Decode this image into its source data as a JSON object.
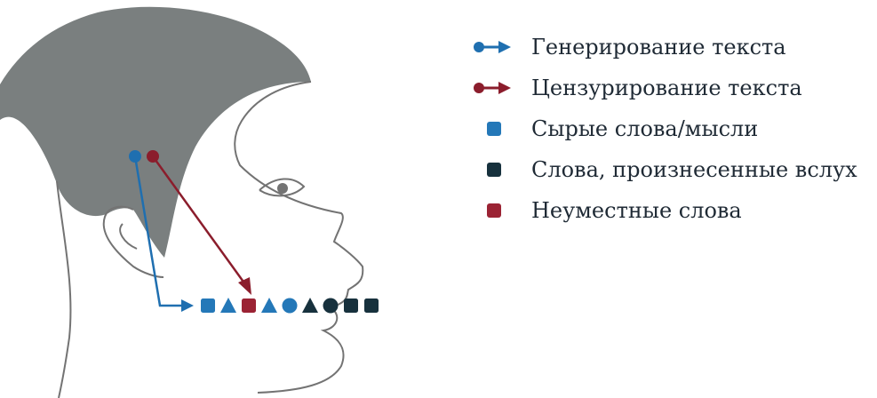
{
  "colors": {
    "hair": "#7a7f7f",
    "outline": "#737373",
    "generate": "#1f6fb0",
    "censor": "#8b1d2c",
    "raw": "#2478b8",
    "spoken": "#17313d",
    "inappropriate": "#9b2334"
  },
  "legend": {
    "items": [
      {
        "label": "Генерирование текста",
        "marker": "arrow-blue"
      },
      {
        "label": "Цензурирование текста",
        "marker": "arrow-red"
      },
      {
        "label": "Сырые слова/мысли",
        "marker": "square-raw"
      },
      {
        "label": "Слова, произнесенные вслух",
        "marker": "square-spoken"
      },
      {
        "label": "Неуместные слова",
        "marker": "square-inappropriate"
      }
    ]
  },
  "word_stream": [
    {
      "shape": "square",
      "kind": "raw"
    },
    {
      "shape": "triangle",
      "kind": "raw"
    },
    {
      "shape": "square",
      "kind": "inappropriate"
    },
    {
      "shape": "triangle",
      "kind": "raw"
    },
    {
      "shape": "circle",
      "kind": "raw"
    },
    {
      "shape": "triangle",
      "kind": "spoken"
    },
    {
      "shape": "circle",
      "kind": "spoken"
    },
    {
      "shape": "square",
      "kind": "spoken"
    },
    {
      "shape": "square",
      "kind": "spoken"
    }
  ]
}
